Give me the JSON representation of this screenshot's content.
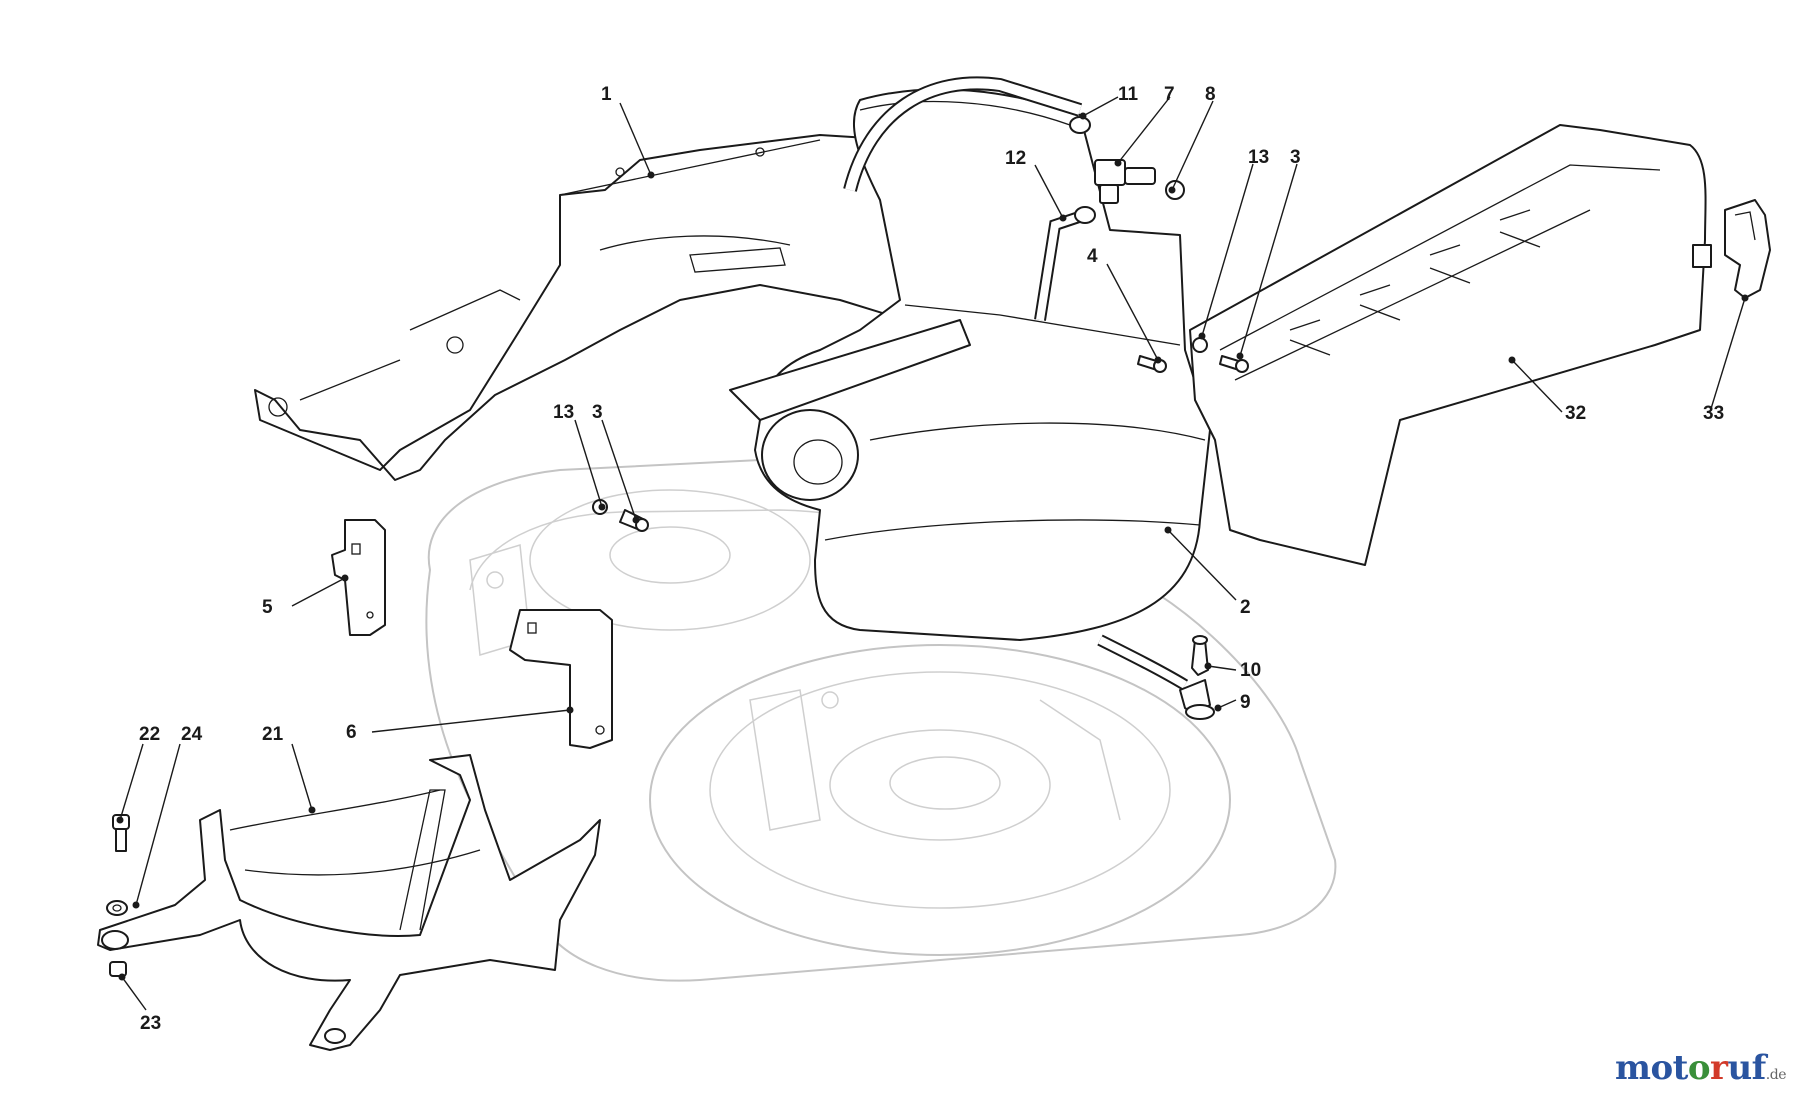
{
  "brand": {
    "parts": [
      {
        "text": "mot",
        "color": "#2a54a0"
      },
      {
        "text": "o",
        "color": "#3a8f3a"
      },
      {
        "text": "r",
        "color": "#d23a2a"
      },
      {
        "text": "uf",
        "color": "#2a54a0"
      }
    ],
    "suffix": ".de"
  },
  "callouts": [
    {
      "label": "1"
    },
    {
      "label": "11"
    },
    {
      "label": "7"
    },
    {
      "label": "8"
    },
    {
      "label": "12"
    },
    {
      "label": "13"
    },
    {
      "label": "3"
    },
    {
      "label": "4"
    },
    {
      "label": "13"
    },
    {
      "label": "3"
    },
    {
      "label": "5"
    },
    {
      "label": "2"
    },
    {
      "label": "32"
    },
    {
      "label": "33"
    },
    {
      "label": "10"
    },
    {
      "label": "9"
    },
    {
      "label": "6"
    },
    {
      "label": "22"
    },
    {
      "label": "24"
    },
    {
      "label": "21"
    },
    {
      "label": "23"
    }
  ]
}
